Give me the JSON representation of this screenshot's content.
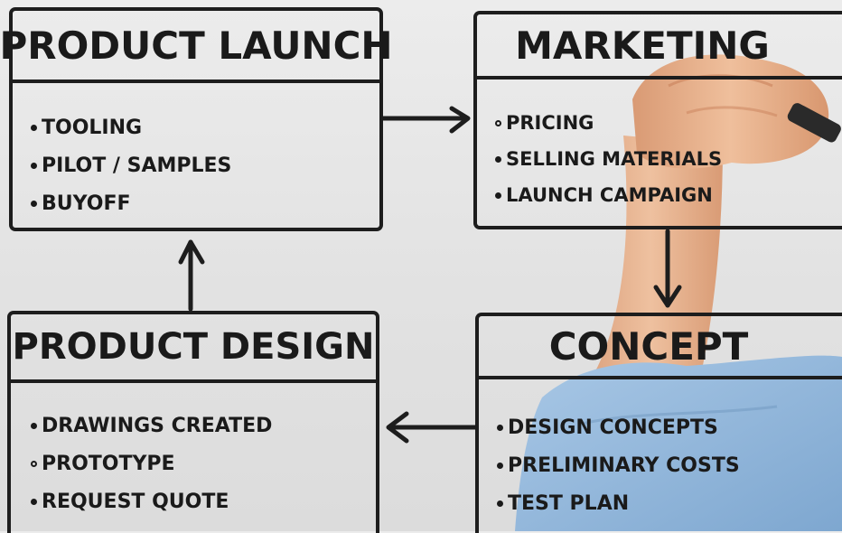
{
  "colors": {
    "ink": "#1a1a1a",
    "background": "#e6e6e6",
    "skin": "#e7b08c",
    "sleeve": "#8fb7da"
  },
  "boxes": {
    "product_launch": {
      "title": "PRODUCT LAUNCH",
      "items": [
        "TOOLING",
        "PILOT / SAMPLES",
        "BUYOFF"
      ]
    },
    "marketing": {
      "title": "MARKETING",
      "items": [
        "PRICING",
        "SELLING MATERIALS",
        "LAUNCH CAMPAIGN"
      ]
    },
    "product_design": {
      "title": "PRODUCT DESIGN",
      "items": [
        "DRAWINGS CREATED",
        "PROTOTYPE",
        "REQUEST QUOTE"
      ]
    },
    "concept": {
      "title": "CONCEPT",
      "items": [
        "DESIGN CONCEPTS",
        "PRELIMINARY COSTS",
        "TEST PLAN"
      ]
    }
  },
  "flow": [
    {
      "from": "product_launch",
      "to": "marketing"
    },
    {
      "from": "marketing",
      "to": "concept"
    },
    {
      "from": "concept",
      "to": "product_design"
    },
    {
      "from": "product_design",
      "to": "product_launch"
    }
  ],
  "icons": {
    "hand": "hand-with-marker-icon",
    "marker": "marker-icon"
  }
}
